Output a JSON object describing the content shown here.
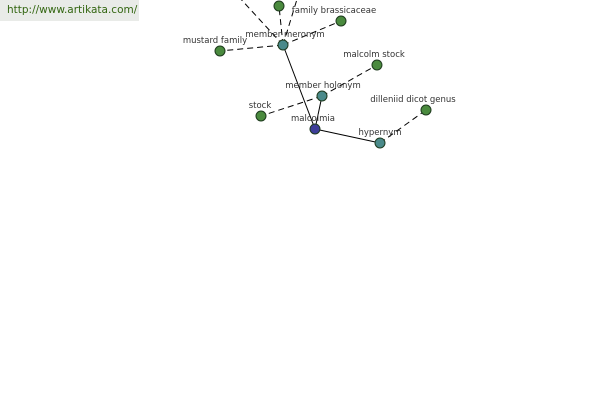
{
  "source_link": {
    "text": "http://www.artikata.com/"
  },
  "colors": {
    "central": "#3e3e99",
    "relation": "#4a8a8a",
    "term": "#4a8a3e",
    "watermark_bg": "#e9ebe8",
    "watermark_text": "#336611"
  },
  "nodes": [
    {
      "id": "malcolmia",
      "label": "malcolmia",
      "kind": "central"
    },
    {
      "id": "member-meronym",
      "label": "member meronym",
      "kind": "relation"
    },
    {
      "id": "member-holonym",
      "label": "member holonym",
      "kind": "relation"
    },
    {
      "id": "hypernym",
      "label": "hypernym",
      "kind": "relation"
    },
    {
      "id": "mustard-family",
      "label": "mustard family",
      "kind": "term"
    },
    {
      "id": "family-brassicaceae",
      "label": "family brassicaceae",
      "kind": "term"
    },
    {
      "id": "upper-term",
      "label": "",
      "kind": "term"
    },
    {
      "id": "malcolm-stock",
      "label": "malcolm stock",
      "kind": "term"
    },
    {
      "id": "stock",
      "label": "stock",
      "kind": "term"
    },
    {
      "id": "dilleniid-dicot-genus",
      "label": "dilleniid dicot genus",
      "kind": "term"
    }
  ],
  "edges": [
    {
      "from": "malcolmia",
      "to": "member-meronym",
      "style": "solid"
    },
    {
      "from": "malcolmia",
      "to": "member-holonym",
      "style": "solid"
    },
    {
      "from": "malcolmia",
      "to": "hypernym",
      "style": "solid"
    },
    {
      "from": "member-meronym",
      "to": "mustard-family",
      "style": "dashed"
    },
    {
      "from": "member-meronym",
      "to": "family-brassicaceae",
      "style": "dashed"
    },
    {
      "from": "member-meronym",
      "to": "upper-term",
      "style": "dashed"
    },
    {
      "from": "member-meronym",
      "to": "offscreen-a",
      "style": "dashed"
    },
    {
      "from": "member-meronym",
      "to": "offscreen-b",
      "style": "dashed"
    },
    {
      "from": "member-holonym",
      "to": "malcolm-stock",
      "style": "dashed"
    },
    {
      "from": "member-holonym",
      "to": "stock",
      "style": "dashed"
    },
    {
      "from": "hypernym",
      "to": "dilleniid-dicot-genus",
      "style": "dashed"
    }
  ]
}
